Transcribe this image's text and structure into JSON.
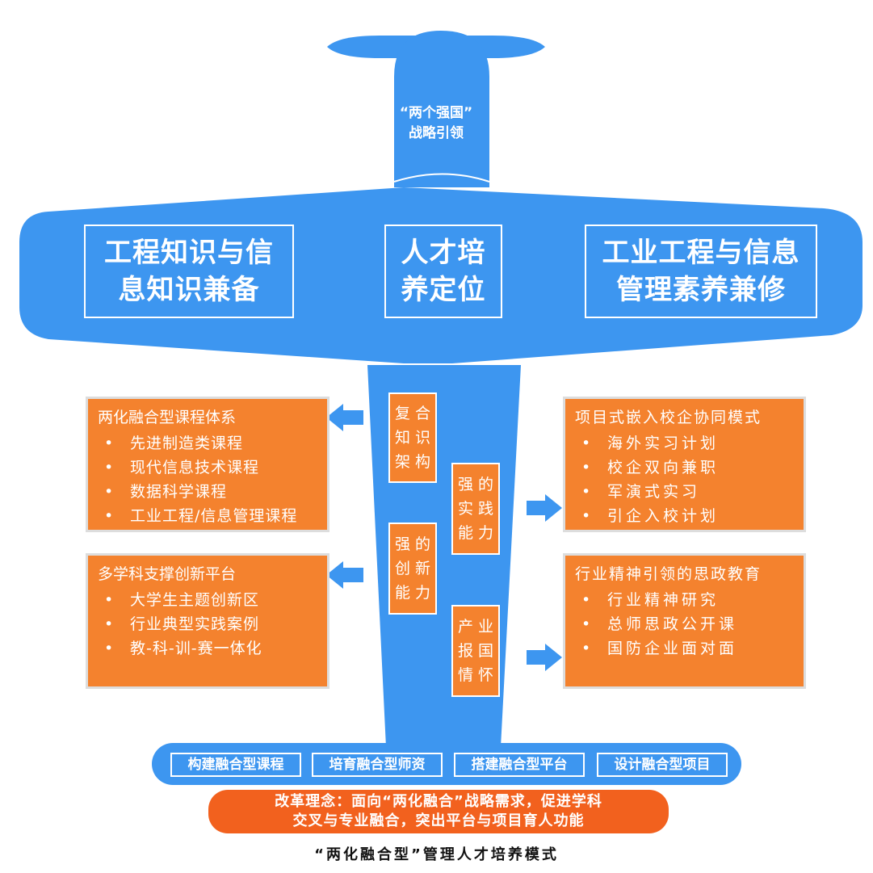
{
  "colors": {
    "plane_blue": "#3d96f0",
    "orange": "#f4822e",
    "reform_orange": "#f2611e",
    "arrow_blue": "#3d96f0",
    "text_white": "#ffffff"
  },
  "nose": {
    "line1": "“两个强国”",
    "line2": "战略引领"
  },
  "wing": {
    "left": {
      "line1": "工程知识与信",
      "line2": "息知识兼备"
    },
    "center": {
      "line1": "人才培",
      "line2": "养定位"
    },
    "right": {
      "line1": "工业工程与信息",
      "line2": "管理素养兼修"
    }
  },
  "body_boxes": {
    "b1": {
      "l1": "复合",
      "l2": "知识",
      "l3": "架构"
    },
    "b2": {
      "l1": "强的",
      "l2": "实践",
      "l3": "能力"
    },
    "b3": {
      "l1": "强的",
      "l2": "创新",
      "l3": "能力"
    },
    "b4": {
      "l1": "产业",
      "l2": "报国",
      "l3": "情怀"
    }
  },
  "panels": {
    "left_top": {
      "title": "两化融合型课程体系",
      "items": [
        "先进制造类课程",
        "现代信息技术课程",
        "数据科学课程",
        "工业工程/信息管理课程"
      ]
    },
    "left_bottom": {
      "title": "多学科支撑创新平台",
      "items": [
        "大学生主题创新区",
        "行业典型实践案例",
        "教-科-训-赛一体化"
      ]
    },
    "right_top": {
      "title": "项目式嵌入校企协同模式",
      "items": [
        "海外实习计划",
        "校企双向兼职",
        "军演式实习",
        "引企入校计划"
      ]
    },
    "right_bottom": {
      "title": "行业精神引领的思政教育",
      "items": [
        "行业精神研究",
        "总师思政公开课",
        "国防企业面对面"
      ]
    }
  },
  "bullet": "•",
  "tail": {
    "items": [
      "构建融合型课程",
      "培育融合型师资",
      "搭建融合型平台",
      "设计融合型项目"
    ]
  },
  "reform": {
    "line1": "改革理念：面向“两化融合”战略需求，促进学科",
    "line2": "交叉与专业融合，突出平台与项目育人功能"
  },
  "caption": "“两化融合型”管理人才培养模式"
}
